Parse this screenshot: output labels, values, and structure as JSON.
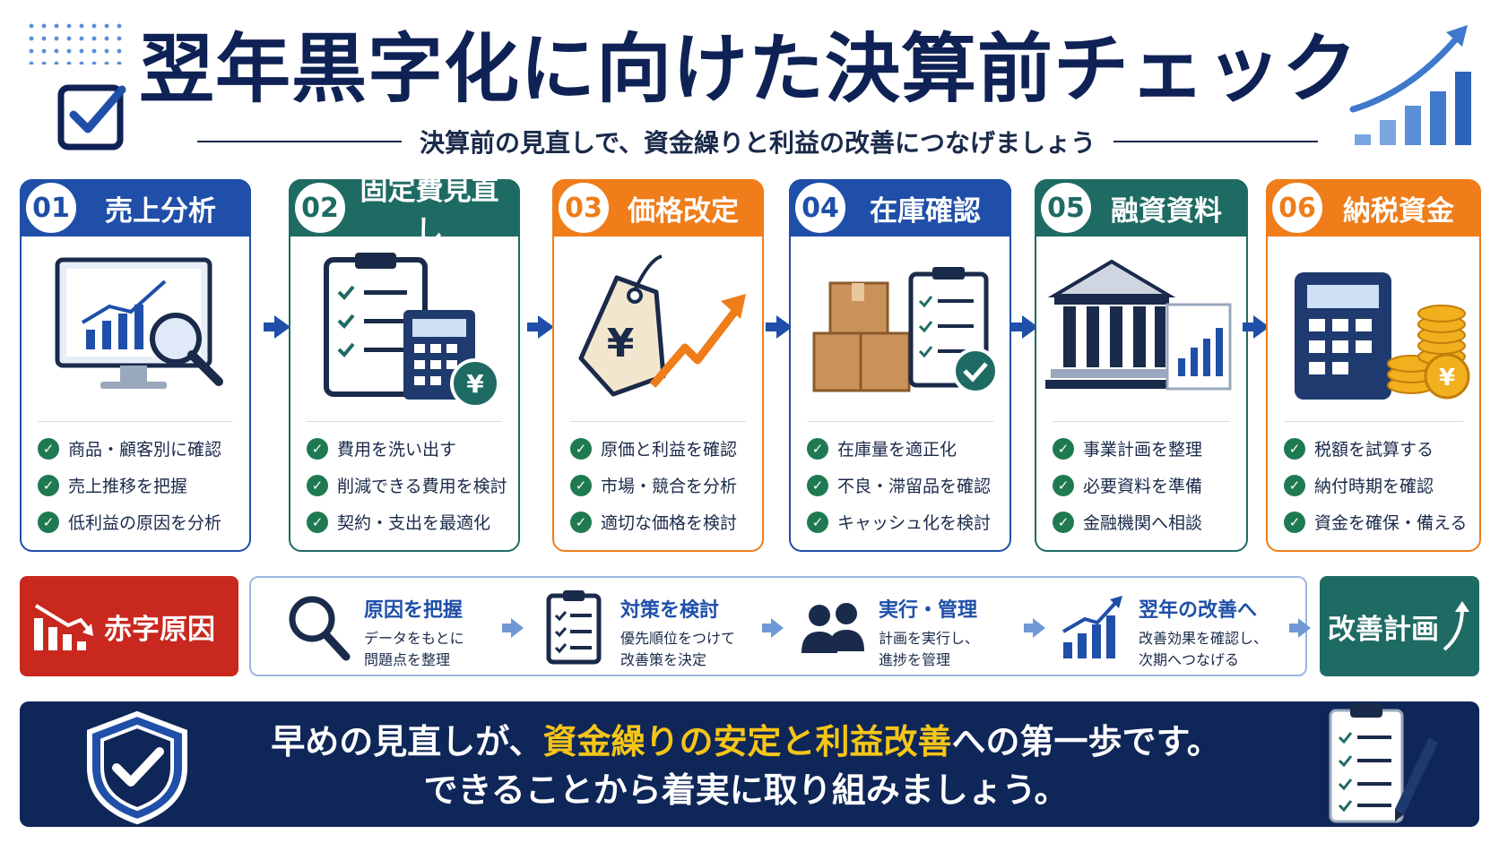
{
  "header": {
    "title": "翌年黒字化に向けた決算前チェック",
    "subtitle": "決算前の見直しで、資金繰りと利益の改善につなげましょう"
  },
  "cards": [
    {
      "num": "01",
      "title": "売上分析",
      "color": "#1f4fa8",
      "items": [
        "商品・顧客別に確認",
        "売上推移を把握",
        "低利益の原因を分析"
      ]
    },
    {
      "num": "02",
      "title": "固定費見直し",
      "color": "#1e6b63",
      "items": [
        "費用を洗い出す",
        "削減できる費用を検討",
        "契約・支出を最適化"
      ]
    },
    {
      "num": "03",
      "title": "価格改定",
      "color": "#ef7d1a",
      "items": [
        "原価と利益を確認",
        "市場・競合を分析",
        "適切な価格を検討"
      ]
    },
    {
      "num": "04",
      "title": "在庫確認",
      "color": "#1f4fa8",
      "items": [
        "在庫量を適正化",
        "不良・滞留品を確認",
        "キャッシュ化を検討"
      ]
    },
    {
      "num": "05",
      "title": "融資資料",
      "color": "#1e6b63",
      "items": [
        "事業計画を整理",
        "必要資料を準備",
        "金融機関へ相談"
      ]
    },
    {
      "num": "06",
      "title": "納税資金",
      "color": "#ef7d1a",
      "items": [
        "税額を試算する",
        "納付時期を確認",
        "資金を確保・備える"
      ]
    }
  ],
  "flow": {
    "start_label": "赤字原因",
    "end_label": "改善計画",
    "steps": [
      {
        "title": "原因を把握",
        "desc1": "データをもとに",
        "desc2": "問題点を整理"
      },
      {
        "title": "対策を検討",
        "desc1": "優先順位をつけて",
        "desc2": "改善策を決定"
      },
      {
        "title": "実行・管理",
        "desc1": "計画を実行し、",
        "desc2": "進捗を管理"
      },
      {
        "title": "翌年の改善へ",
        "desc1": "改善効果を確認し、",
        "desc2": "次期へつなげる"
      }
    ]
  },
  "footer": {
    "line1_a": "早めの見直しが、",
    "line1_b": "資金繰りの安定と利益改善",
    "line1_c": "への第一歩です。",
    "line2": "できることから着実に取り組みましょう。"
  },
  "icons": {
    "card_illustrations": [
      "monitor-chart-magnifier-icon",
      "clipboard-calculator-yen-icon",
      "yen-price-tag-icon",
      "boxes-clipboard-icon",
      "bank-document-icon",
      "calculator-coins-icon"
    ],
    "flow": [
      "magnifier-icon",
      "checklist-icon",
      "people-icon",
      "rising-chart-icon"
    ]
  },
  "colors": {
    "navy": "#0f2255",
    "blue": "#1f4fa8",
    "teal": "#1e6b63",
    "orange": "#ef7d1a",
    "red": "#c8281e",
    "highlight": "#f5c518"
  }
}
